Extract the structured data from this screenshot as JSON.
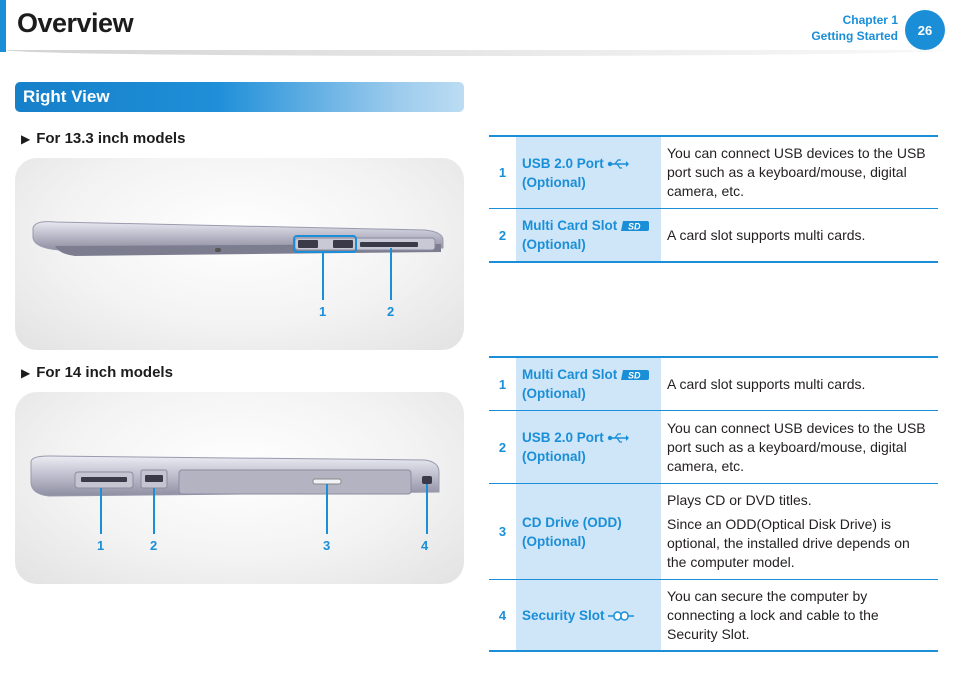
{
  "header": {
    "title": "Overview",
    "chapter": "Chapter 1",
    "chapter_name": "Getting Started",
    "page_number": "26"
  },
  "section": {
    "title": "Right View"
  },
  "model_13": {
    "heading": "For 13.3 inch models",
    "callouts": [
      "1",
      "2"
    ],
    "table": [
      {
        "num": "1",
        "name": "USB 2.0 Port",
        "optional": "(Optional)",
        "icon": "usb-icon",
        "desc": [
          "You can connect USB devices to the USB port such as a keyboard/mouse, digital camera, etc."
        ]
      },
      {
        "num": "2",
        "name": "Multi Card Slot",
        "optional": "(Optional)",
        "icon": "sd-card-icon",
        "desc": [
          "A card slot supports multi cards."
        ]
      }
    ]
  },
  "model_14": {
    "heading": "For 14 inch models",
    "callouts": [
      "1",
      "2",
      "3",
      "4"
    ],
    "table": [
      {
        "num": "1",
        "name": "Multi Card Slot",
        "optional": "(Optional)",
        "icon": "sd-card-icon",
        "desc": [
          "A card slot supports multi cards."
        ]
      },
      {
        "num": "2",
        "name": "USB 2.0 Port",
        "optional": "(Optional)",
        "icon": "usb-icon",
        "desc": [
          "You can connect USB devices to the USB port such as a keyboard/mouse, digital camera, etc."
        ]
      },
      {
        "num": "3",
        "name": "CD Drive (ODD)",
        "optional": "(Optional)",
        "icon": "",
        "desc": [
          "Plays CD or DVD titles.",
          "Since an ODD(Optical Disk Drive) is optional, the installed drive depends on the computer model."
        ]
      },
      {
        "num": "4",
        "name": "Security Slot",
        "optional": "",
        "icon": "lock-slot-icon",
        "desc": [
          "You can secure the computer by connecting a lock and cable to the Security Slot."
        ]
      }
    ]
  },
  "colors": {
    "accent": "#1a8fd8",
    "name_cell": "#cfe6f8"
  }
}
